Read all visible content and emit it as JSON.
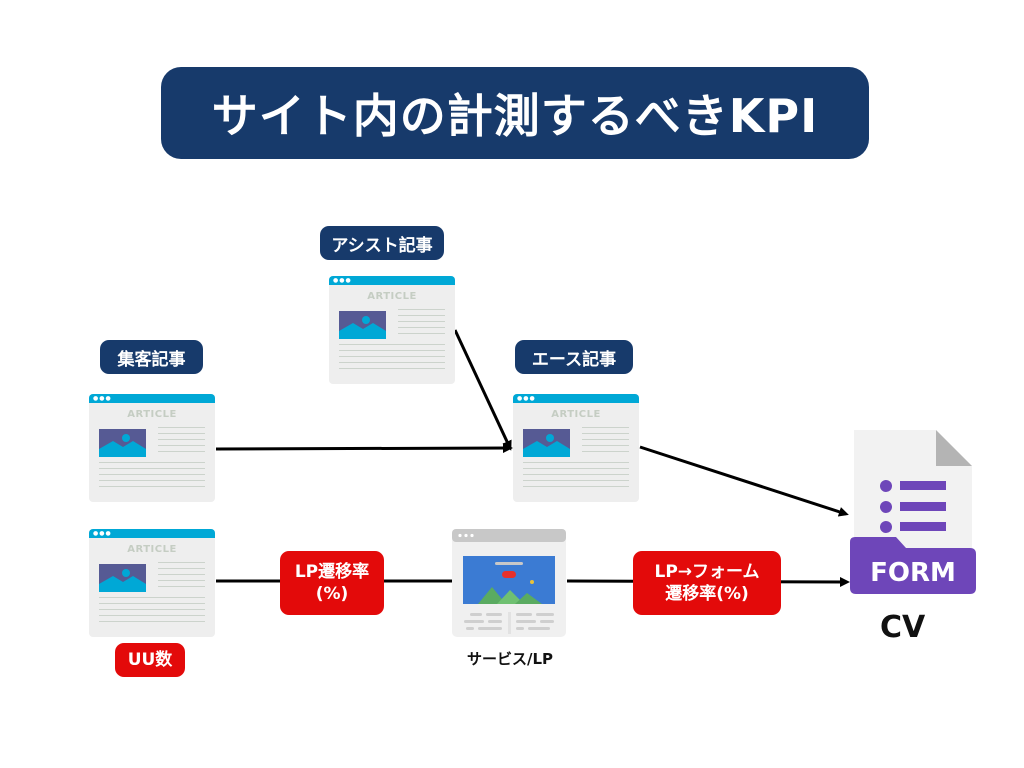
{
  "title": "サイト内の計測するべきKPI",
  "nodes": {
    "assist": {
      "label": "アシスト記事",
      "card_text": "ARTICLE"
    },
    "acquisition": {
      "label": "集客記事",
      "card_text": "ARTICLE"
    },
    "ace": {
      "label": "エース記事",
      "card_text": "ARTICLE"
    },
    "bottom_article": {
      "card_text": "ARTICLE"
    },
    "service_lp": {
      "label": "サービス/LP"
    },
    "form": {
      "icon_text": "FORM",
      "label": "CV"
    }
  },
  "metrics": {
    "uu": "UU数",
    "lp_rate_line1": "LP遷移率",
    "lp_rate_line2": "(%)",
    "form_rate_line1": "LP→フォーム",
    "form_rate_line2": "遷移率(%)"
  },
  "colors": {
    "navy": "#173a6b",
    "red": "#e30a0a",
    "purple": "#6e46b9",
    "cyan": "#00a8d6"
  }
}
